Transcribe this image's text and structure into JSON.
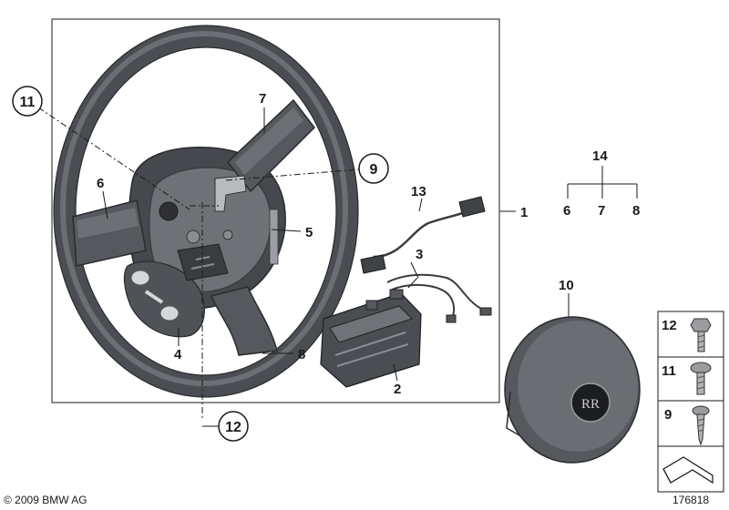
{
  "labels": {
    "p1": "1",
    "p2": "2",
    "p3": "3",
    "p4": "4",
    "p5": "5",
    "p6": "6",
    "p7": "7",
    "p8": "8",
    "p9": "9",
    "p10": "10",
    "p11": "11",
    "p12": "12",
    "p13": "13",
    "p14": "14",
    "p14a": "6",
    "p14b": "7",
    "p14c": "8"
  },
  "legend": {
    "r1": "12",
    "r2": "11",
    "r3": "9"
  },
  "footer": {
    "copyright": "© 2009 BMW AG",
    "diagram_id": "176818"
  },
  "logo": {
    "text": "RR"
  }
}
